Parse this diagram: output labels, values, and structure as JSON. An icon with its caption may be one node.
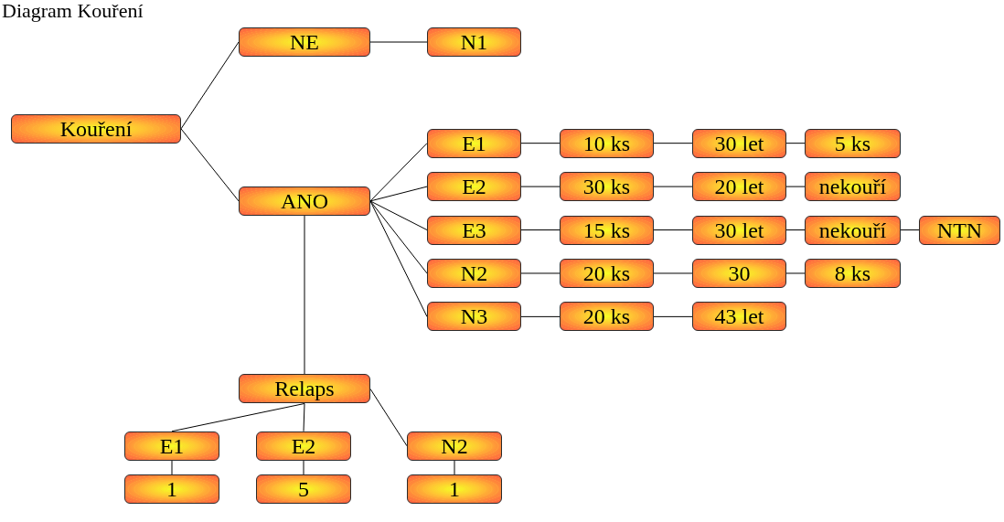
{
  "diagram": {
    "title": "Diagram Kouření",
    "nodes": [
      {
        "text": [
          "Kouření"
        ]
      },
      {
        "text": [
          "NE"
        ]
      },
      {
        "text": [
          "N1"
        ]
      },
      {
        "text": [
          "ANO"
        ]
      },
      {
        "text": [
          "E1"
        ]
      },
      {
        "text": [
          "10 ks"
        ]
      },
      {
        "text": [
          "30 let"
        ]
      },
      {
        "text": [
          "5 ks"
        ]
      },
      {
        "text": [
          "E2"
        ]
      },
      {
        "text": [
          "30 ks"
        ]
      },
      {
        "text": [
          "20 let"
        ]
      },
      {
        "text": [
          "nekouří"
        ]
      },
      {
        "text": [
          "E3"
        ]
      },
      {
        "text": [
          "15 ks"
        ]
      },
      {
        "text": [
          "30 let"
        ]
      },
      {
        "text": [
          "nekouří"
        ]
      },
      {
        "text": [
          "NTN"
        ]
      },
      {
        "text": [
          "N2"
        ]
      },
      {
        "text": [
          "20 ks"
        ]
      },
      {
        "text": [
          "30"
        ]
      },
      {
        "text": [
          "8 ks"
        ]
      },
      {
        "text": [
          "N3"
        ]
      },
      {
        "text": [
          "20 ks"
        ]
      },
      {
        "text": [
          "43 let"
        ]
      },
      {
        "text": [
          "Relaps"
        ]
      },
      {
        "text": [
          "E1"
        ]
      },
      {
        "text": [
          "E2"
        ]
      },
      {
        "text": [
          "N2"
        ]
      },
      {
        "text": [
          "1"
        ]
      },
      {
        "text": [
          "5"
        ]
      },
      {
        "text": [
          "1"
        ]
      }
    ],
    "edges": [
      {
        "from": 0,
        "to": 1,
        "arrow": "none"
      },
      {
        "from": 1,
        "to": 2,
        "arrow": "none"
      },
      {
        "from": 0,
        "to": 3,
        "arrow": "none"
      },
      {
        "from": 3,
        "to": 4,
        "arrow": "none"
      },
      {
        "from": 4,
        "to": 5,
        "arrow": "none"
      },
      {
        "from": 5,
        "to": 6,
        "arrow": "none"
      },
      {
        "from": 6,
        "to": 7,
        "arrow": "none"
      },
      {
        "from": 3,
        "to": 8,
        "arrow": "none"
      },
      {
        "from": 8,
        "to": 9,
        "arrow": "none"
      },
      {
        "from": 9,
        "to": 10,
        "arrow": "none"
      },
      {
        "from": 10,
        "to": 11,
        "arrow": "none"
      },
      {
        "from": 3,
        "to": 12,
        "arrow": "none"
      },
      {
        "from": 12,
        "to": 13,
        "arrow": "none"
      },
      {
        "from": 13,
        "to": 14,
        "arrow": "none"
      },
      {
        "from": 14,
        "to": 15,
        "arrow": "none"
      },
      {
        "from": 15,
        "to": 16,
        "arrow": "none"
      },
      {
        "from": 3,
        "to": 17,
        "arrow": "none"
      },
      {
        "from": 17,
        "to": 18,
        "arrow": "none"
      },
      {
        "from": 18,
        "to": 19,
        "arrow": "none"
      },
      {
        "from": 19,
        "to": 20,
        "arrow": "none"
      },
      {
        "from": 3,
        "to": 21,
        "arrow": "none"
      },
      {
        "from": 21,
        "to": 22,
        "arrow": "none"
      },
      {
        "from": 22,
        "to": 23,
        "arrow": "none"
      },
      {
        "from": 3,
        "to": 24,
        "arrow": "none"
      },
      {
        "from": 24,
        "to": 25,
        "arrow": "none"
      },
      {
        "from": 24,
        "to": 26,
        "arrow": "none"
      },
      {
        "from": 24,
        "to": 27,
        "arrow": "none"
      },
      {
        "from": 25,
        "to": 28,
        "arrow": "none"
      },
      {
        "from": 26,
        "to": 29,
        "arrow": "none"
      },
      {
        "from": 27,
        "to": 30,
        "arrow": "none"
      }
    ]
  }
}
